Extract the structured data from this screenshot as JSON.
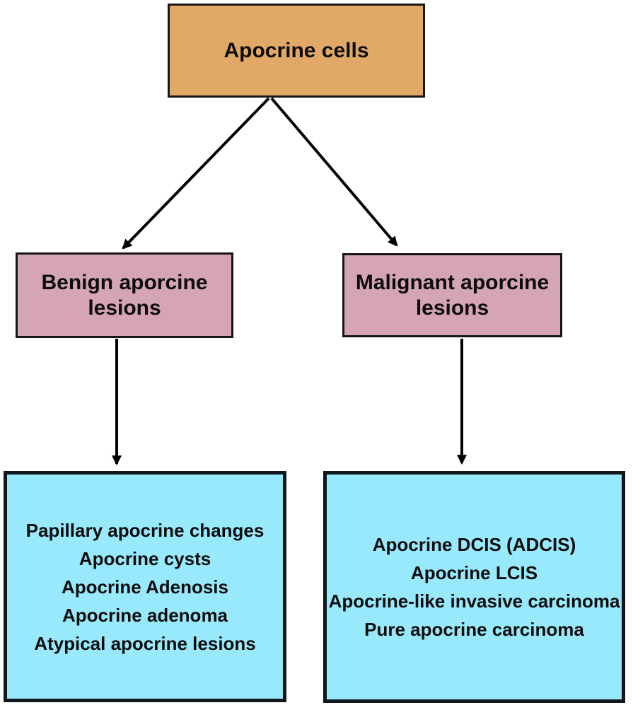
{
  "diagram": {
    "root_node": {
      "label": "Apocrine cells"
    },
    "benign_node": {
      "label": "Benign aporcine lesions"
    },
    "malignant_node": {
      "label": "Malignant aporcine lesions"
    },
    "benign_list": {
      "items": [
        "Papillary apocrine changes",
        "Apocrine cysts",
        "Apocrine Adenosis",
        "Apocrine adenoma",
        "Atypical apocrine lesions"
      ]
    },
    "malignant_list": {
      "items": [
        "Apocrine DCIS (ADCIS)",
        "Apocrine LCIS",
        "Apocrine-like invasive carcinoma",
        "Pure apocrine carcinoma"
      ]
    },
    "colors": {
      "root_bg": "#e2a868",
      "branch_bg": "#d6a4b7",
      "leaf_bg": "#99e9fc",
      "border": "#161616",
      "arrow": "#000000",
      "text": "#0d0d0d",
      "background": "#ffffff"
    }
  }
}
